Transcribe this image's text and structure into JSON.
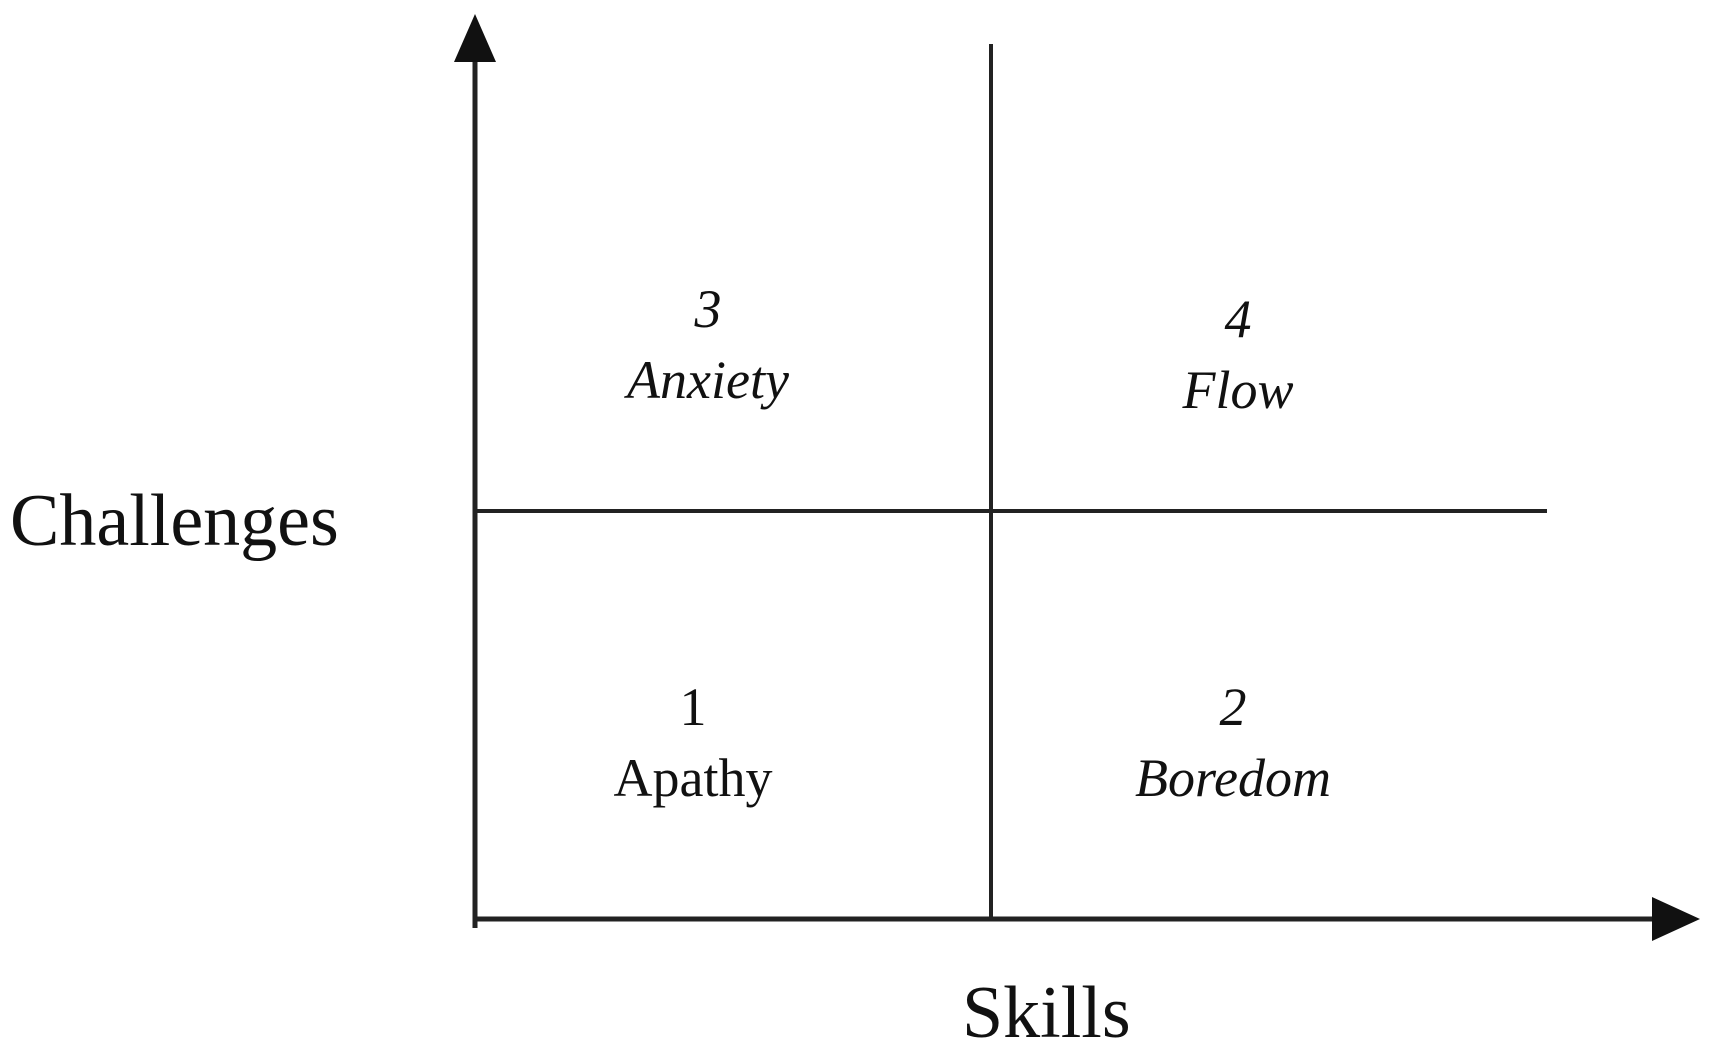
{
  "axes": {
    "x_label": "Skills",
    "y_label": "Challenges"
  },
  "quadrants": {
    "top_left": {
      "number": "3",
      "label": "Anxiety",
      "italic": true
    },
    "top_right": {
      "number": "4",
      "label": "Flow",
      "italic": true
    },
    "bottom_left": {
      "number": "1",
      "label": "Apathy",
      "italic": false
    },
    "bottom_right": {
      "number": "2",
      "label": "Boredom",
      "italic": true
    }
  },
  "colors": {
    "line": "#222222",
    "text": "#111111",
    "background": "#ffffff"
  }
}
